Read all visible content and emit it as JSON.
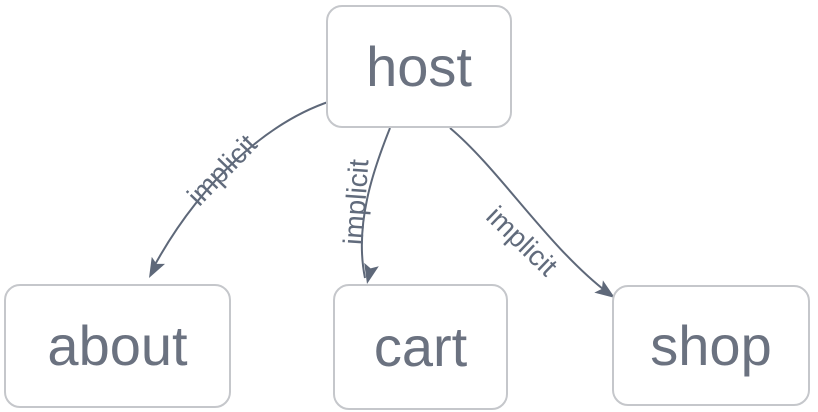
{
  "diagram": {
    "type": "network-graph",
    "background_color": "#ffffff",
    "node_style": {
      "fill": "#ffffff",
      "border_color": "#c5c7cb",
      "text_color": "#6b7280"
    },
    "edge_style": {
      "line_color": "#5e6879",
      "label_color": "#616b7c"
    },
    "nodes": [
      {
        "id": "host",
        "label": "host"
      },
      {
        "id": "about",
        "label": "about"
      },
      {
        "id": "cart",
        "label": "cart"
      },
      {
        "id": "shop",
        "label": "shop"
      }
    ],
    "edges": [
      {
        "from": "host",
        "to": "about",
        "label": "implicit"
      },
      {
        "from": "host",
        "to": "cart",
        "label": "implicit"
      },
      {
        "from": "host",
        "to": "shop",
        "label": "implicit"
      }
    ]
  }
}
